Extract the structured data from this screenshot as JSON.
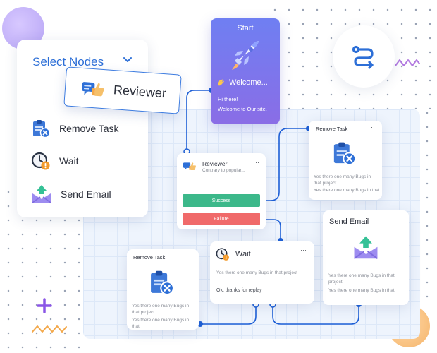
{
  "colors": {
    "accent_blue": "#2d6fd7",
    "connector_blue": "#1d5fd6",
    "success_green": "#3cb88a",
    "failure_red": "#f06a6a",
    "start_gradient_top": "#6f7ff2",
    "start_gradient_bottom": "#8a6de6"
  },
  "select_panel": {
    "title": "Select Nodes",
    "chevron_icon": "chevron-down-icon",
    "items": [
      {
        "label": "Remove Task",
        "icon": "clipboard-remove-icon"
      },
      {
        "label": "Wait",
        "icon": "clock-warning-icon"
      },
      {
        "label": "Send Email",
        "icon": "email-send-icon"
      }
    ]
  },
  "reviewer_chip": {
    "label": "Reviewer",
    "icon": "reviewer-chat-thumb-icon"
  },
  "start_node": {
    "title": "Start",
    "icon": "rocket-icon",
    "welcome": "Welcome...",
    "wave_icon": "waving-hand-icon",
    "line1": "Hi there!",
    "line2": "Welcome to Our site."
  },
  "flow_icon": "route-flow-icon",
  "reviewer_node": {
    "title": "Reviewer",
    "subtitle": "Contrary to popular...",
    "more": "···",
    "success_label": "Success",
    "failure_label": "Failure"
  },
  "remove_task_top": {
    "title": "Remove Task",
    "more": "···",
    "line1": "Yes there one many Bugs in that project",
    "line2": "Yes there one many Bugs in that"
  },
  "send_email_node": {
    "title": "Send Email",
    "more": "···",
    "line1": "Yes there one many Bugs in that project",
    "line2": "Yes there one many Bugs in that"
  },
  "remove_task_bottom": {
    "title": "Remove Task",
    "more": "···",
    "line1": "Yes there one many Bugs in that project",
    "line2": "Yes there one many Bugs in that"
  },
  "wait_node": {
    "title": "Wait",
    "more": "···",
    "line1": "Yes there one many Bugs in that project",
    "line2": "Ok, thanks for replay"
  }
}
